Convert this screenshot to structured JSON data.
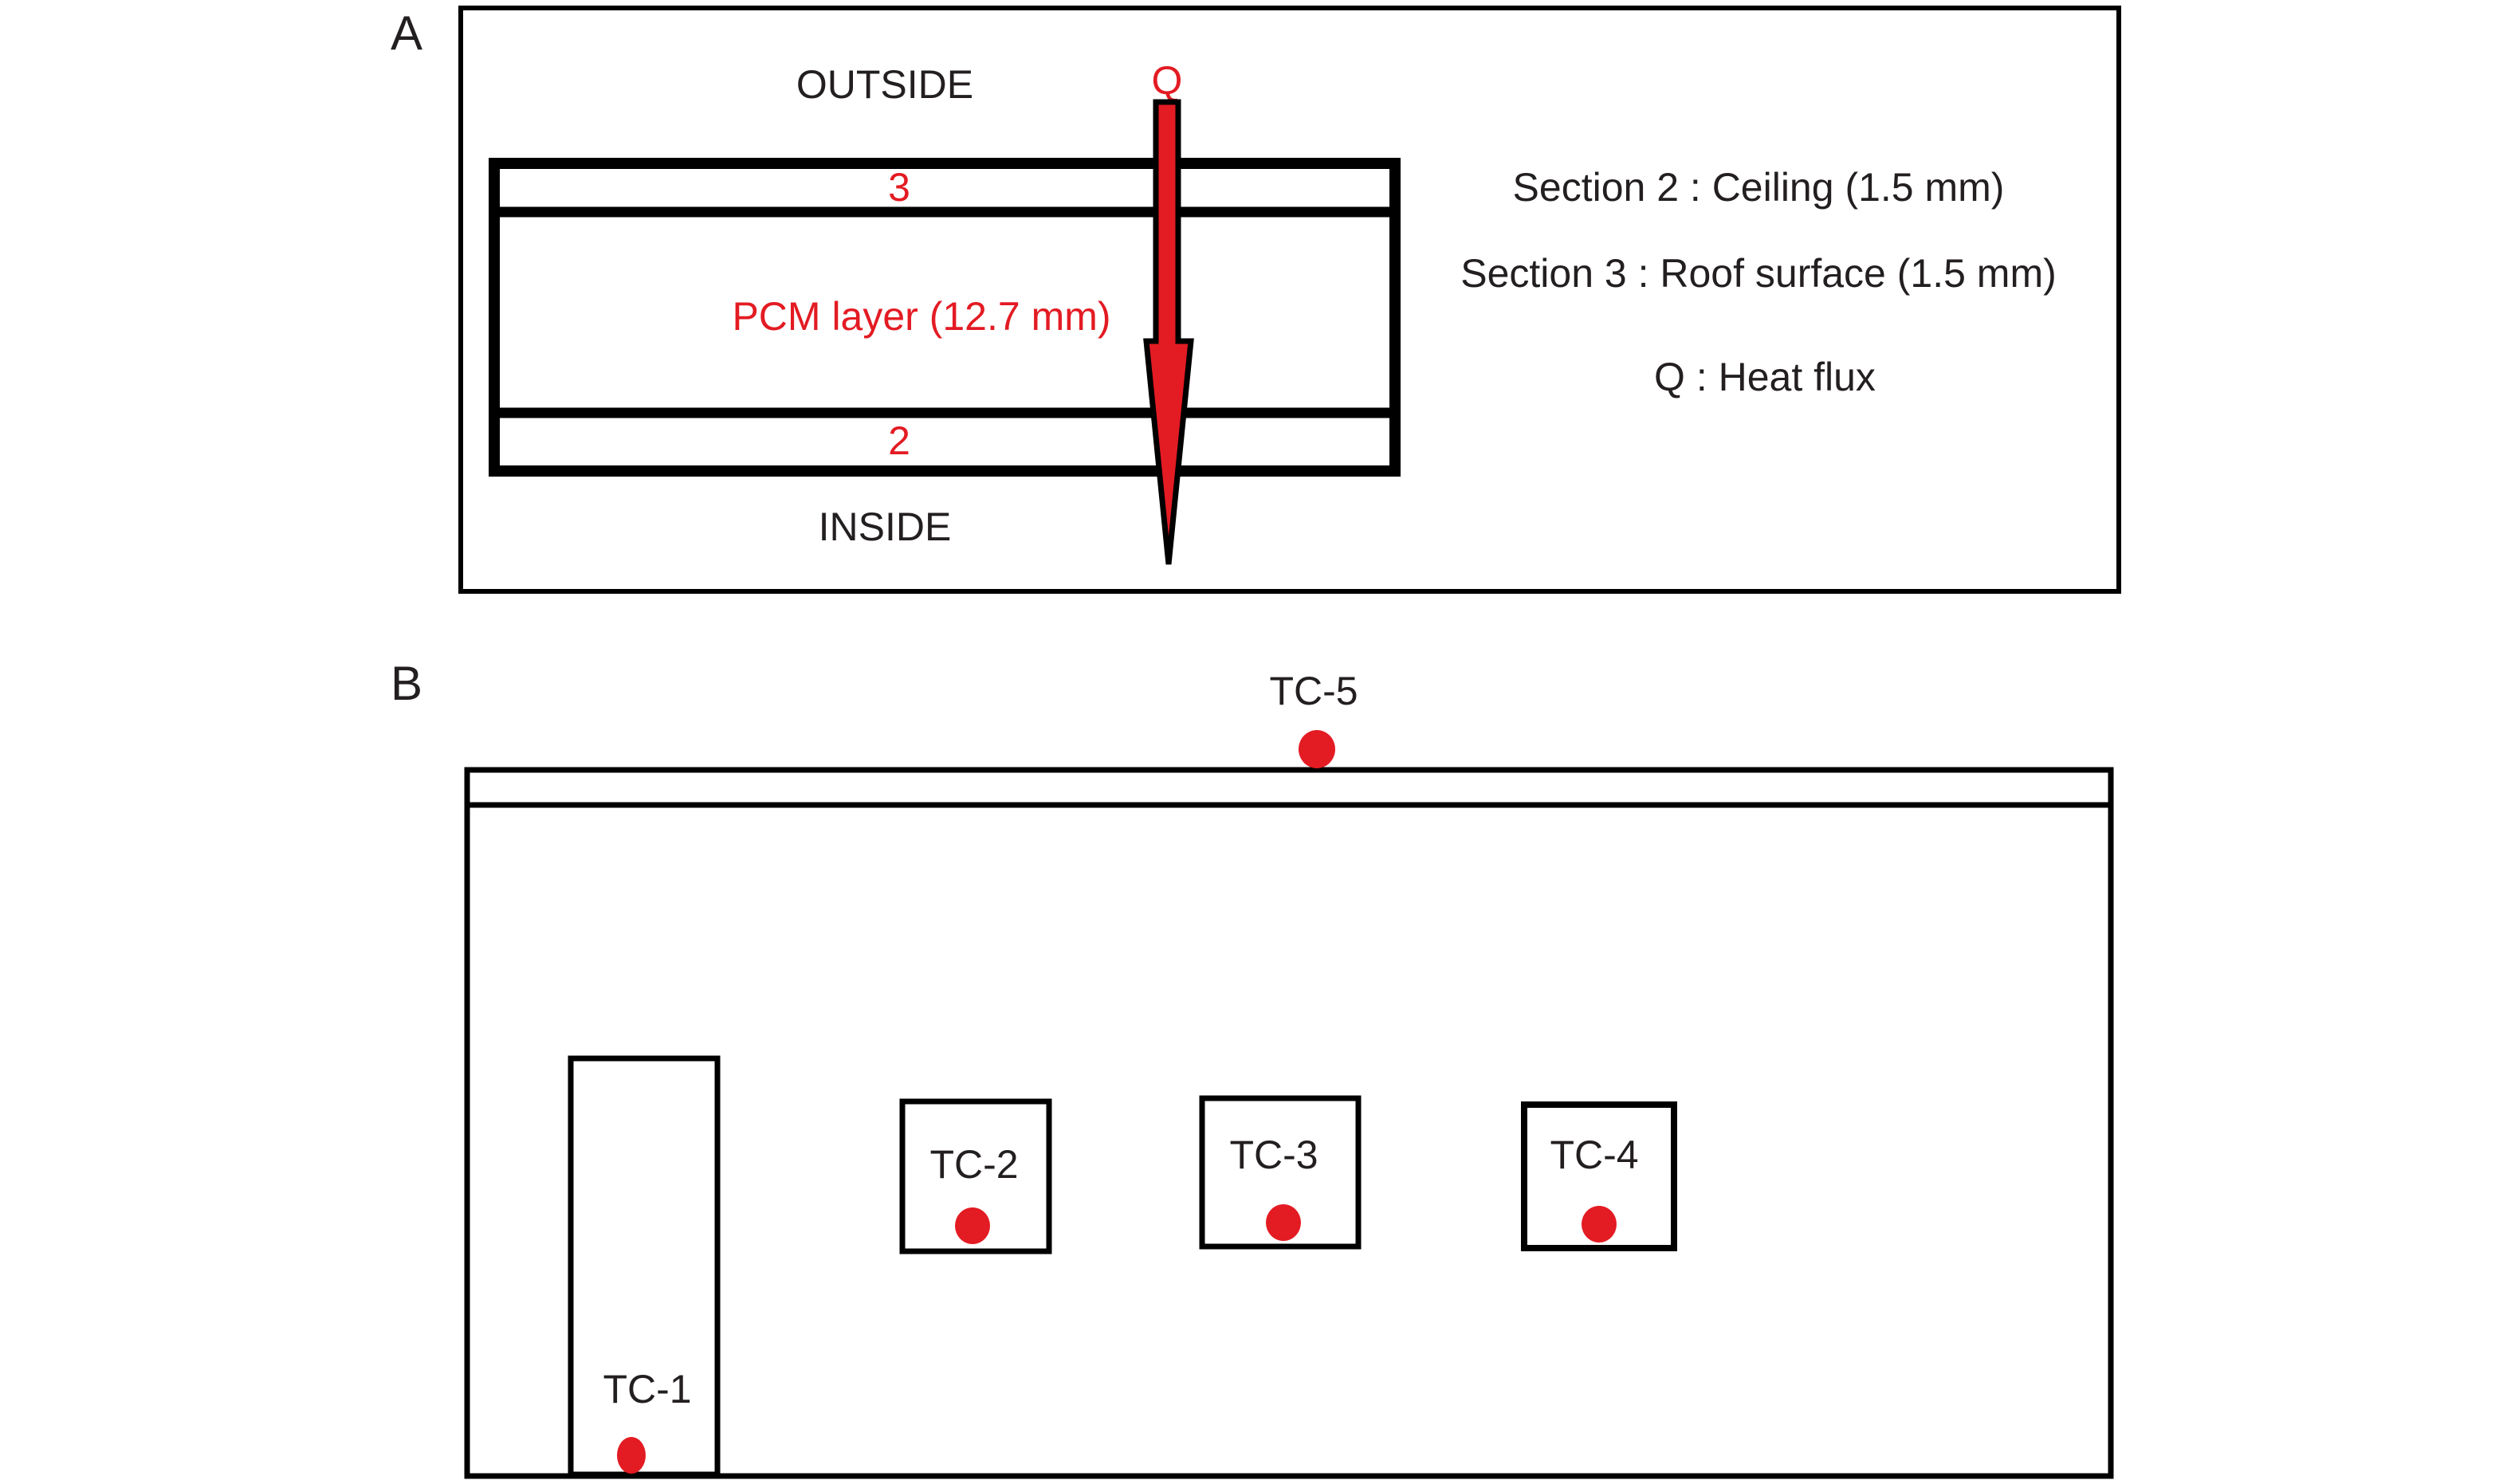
{
  "figure": {
    "colors": {
      "line": "#000000",
      "text": "#231f20",
      "accent_red": "#e31b23",
      "background": "#ffffff"
    },
    "panel_a": {
      "letter": "A",
      "outside_label": "OUTSIDE",
      "inside_label": "INSIDE",
      "section_3_number": "3",
      "section_2_number": "2",
      "pcm_label": "PCM layer (12.7 mm)",
      "heat_flux_symbol": "Q",
      "legend": [
        "Section 2 : Ceiling (1.5 mm)",
        "Section 3 : Roof surface (1.5 mm)",
        "Q : Heat flux"
      ]
    },
    "panel_b": {
      "letter": "B",
      "thermocouples": [
        {
          "id": "TC-1"
        },
        {
          "id": "TC-2"
        },
        {
          "id": "TC-3"
        },
        {
          "id": "TC-4"
        },
        {
          "id": "TC-5"
        }
      ]
    }
  }
}
